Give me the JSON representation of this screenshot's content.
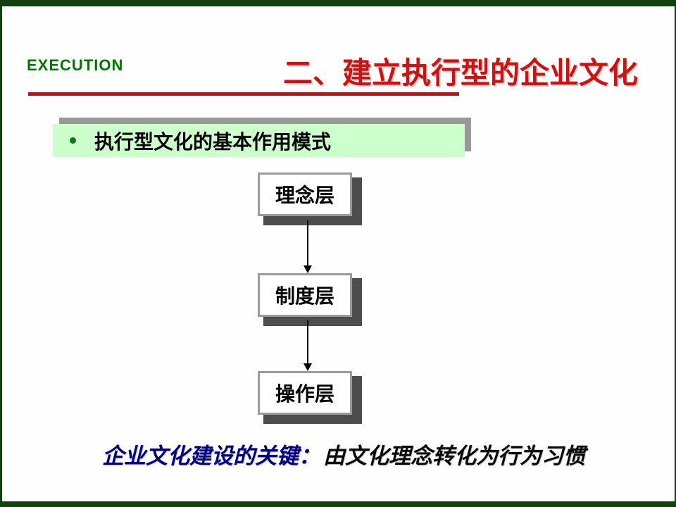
{
  "slide": {
    "brand": "EXECUTION",
    "title": "二、建立执行型的企业文化",
    "banner": {
      "marker": "bullet-dot",
      "text": "执行型文化的基本作用模式"
    },
    "flow": {
      "type": "vertical-flow",
      "nodes": [
        "理念层",
        "制度层",
        "操作层"
      ],
      "connectors": [
        "arrow-down",
        "arrow-down"
      ]
    },
    "caption": {
      "lead": "企业文化建设的关键：",
      "body": "由文化理念转化为行为习惯"
    },
    "colors": {
      "frame_green": "#12400F",
      "brand_green": "#007700",
      "title_red": "#CE1212",
      "underline_red": "#C80E0E",
      "banner_bg_green": "#CCFFCC",
      "banner_shadow_gray": "#999999",
      "node_border_gray": "#9B9B9B",
      "node_shadow_dark": "#4D4D4D",
      "caption_navy": "#000080"
    }
  }
}
